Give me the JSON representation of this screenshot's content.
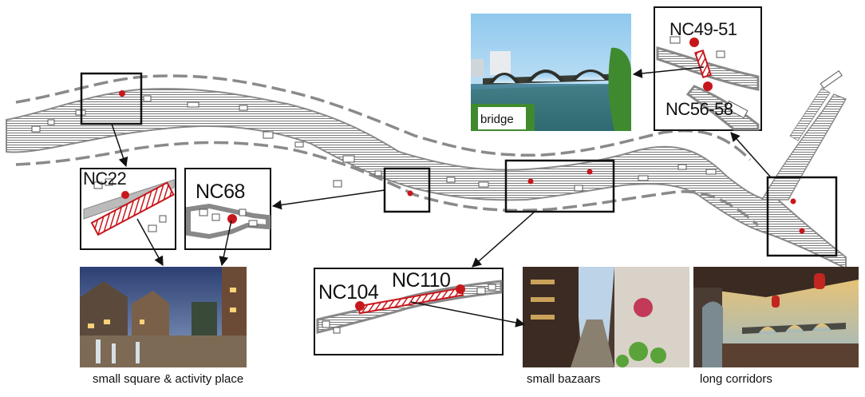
{
  "captions": {
    "bridge": "bridge",
    "small_square": "small square & activity place",
    "small_bazaars": "small bazaars",
    "long_corridors": "long corridors"
  },
  "nodes": {
    "nc22": "NC22",
    "nc68": "NC68",
    "nc104": "NC104",
    "nc110": "NC110",
    "nc49_51": "NC49-51",
    "nc56_58": "NC56-58"
  },
  "colors": {
    "marker": "#c8171c",
    "river_hatch": "#7a7a7a",
    "bank": "#8a8a8a",
    "frame": "#111111"
  },
  "icons": {
    "photos": [
      "bridge-photo",
      "square-photo",
      "bazaar-photo",
      "corridor-photo"
    ]
  }
}
